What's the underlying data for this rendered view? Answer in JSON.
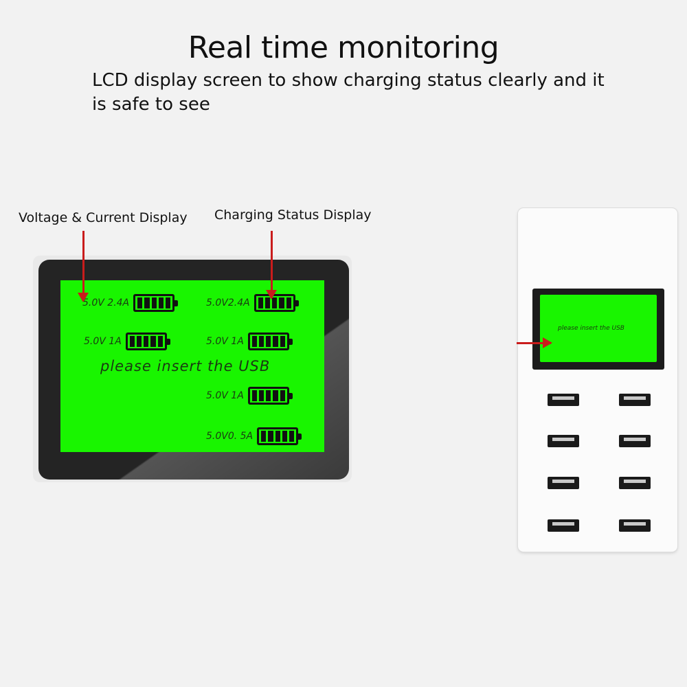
{
  "heading": {
    "title": "Real time monitoring",
    "subtitle": "LCD display screen to show charging status clearly and it is safe to see"
  },
  "callouts": {
    "voltage_current": "Voltage & Current Display",
    "charging_status": "Charging Status Display"
  },
  "lcd": {
    "message": "please insert the USB",
    "ports": [
      {
        "reading": "5.0V 2.4A",
        "battery_bars": 5
      },
      {
        "reading": "5.0V2.4A",
        "battery_bars": 5
      },
      {
        "reading": "5.0V  1A",
        "battery_bars": 5
      },
      {
        "reading": "5.0V  1A",
        "battery_bars": 5
      },
      {
        "reading": "5.0V  1A",
        "battery_bars": 5
      },
      {
        "reading": "5.0V0. 5A",
        "battery_bars": 5
      }
    ]
  },
  "device": {
    "lcd_message": "please insert the USB",
    "usb_ports": 8
  },
  "colors": {
    "lcd_green": "#19f500",
    "arrow_red": "#c91c1c",
    "bezel": "#242424",
    "background": "#f2f2f2"
  }
}
